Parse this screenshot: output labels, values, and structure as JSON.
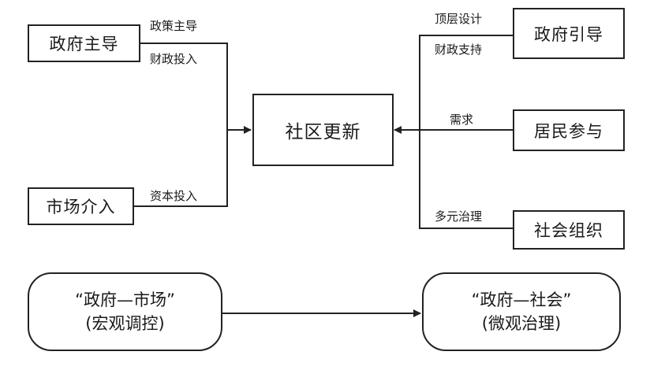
{
  "nodes": {
    "gov_lead": "政府主导",
    "market_entry": "市场介入",
    "center": "社区更新",
    "gov_guide": "政府引导",
    "residents": "居民参与",
    "social_org": "社会组织"
  },
  "labels": {
    "policy_lead": "政策主导",
    "fiscal_input": "财政投入",
    "capital_input": "资本投入",
    "top_design": "顶层设计",
    "fiscal_support": "财政支持",
    "demand": "需求",
    "multi_governance": "多元治理"
  },
  "bottom": {
    "left_line1": "“政府—市场”",
    "left_line2": "(宏观调控)",
    "right_line1": "“政府—社会”",
    "right_line2": "(微观治理)"
  }
}
